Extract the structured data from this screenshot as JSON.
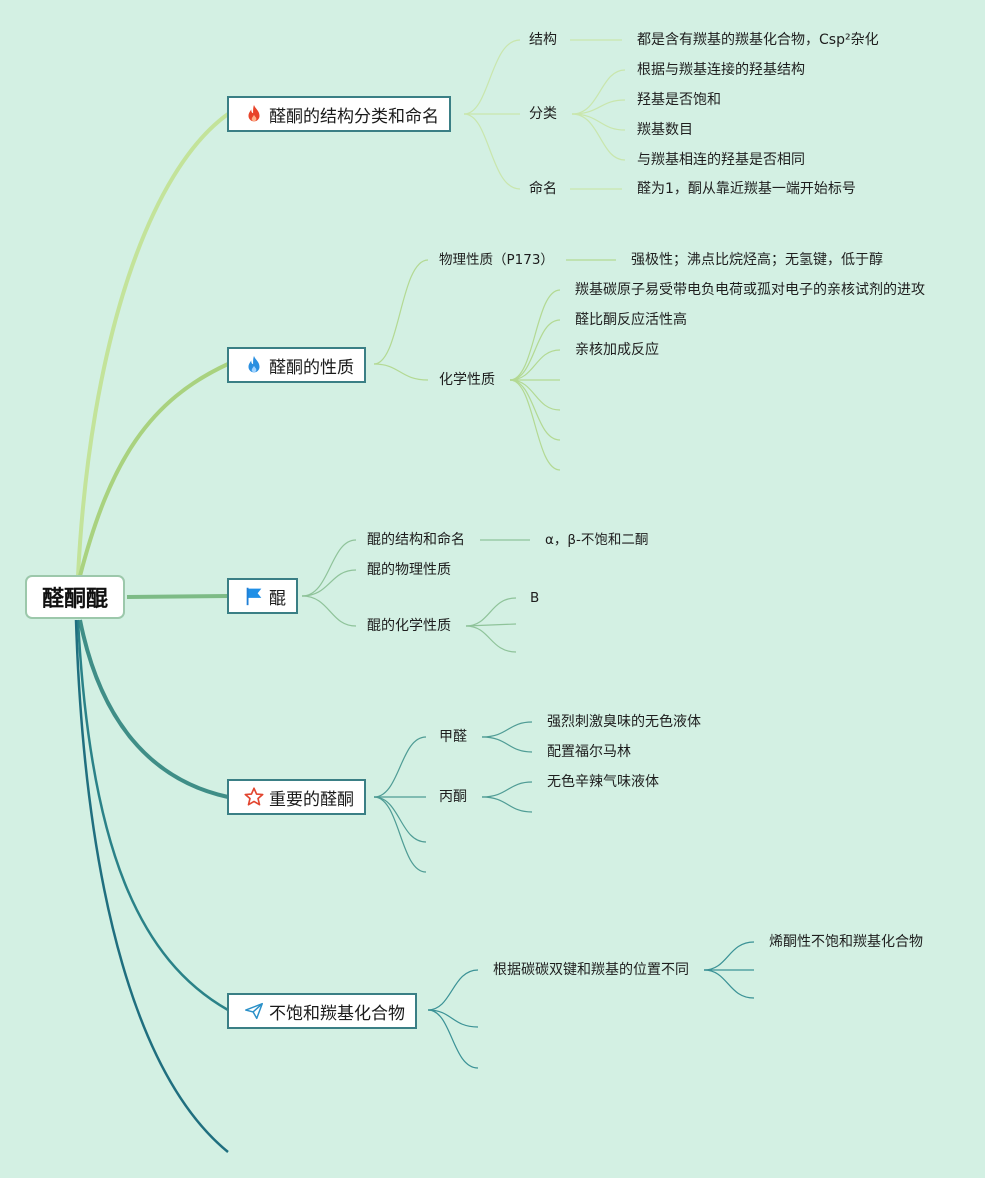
{
  "root": {
    "label": "醛酮醌"
  },
  "branches": [
    {
      "label": "醛酮的结构分类和命名",
      "icon": "fire-red-icon",
      "children": [
        {
          "label": "结构",
          "detail": "都是含有羰基的羰基化合物，Csp²杂化"
        },
        {
          "label": "分类",
          "items": [
            "根据与羰基连接的羟基结构",
            "羟基是否饱和",
            "羰基数目",
            "与羰基相连的羟基是否相同"
          ]
        },
        {
          "label": "命名",
          "detail": "醛为1，酮从靠近羰基一端开始标号"
        }
      ]
    },
    {
      "label": "醛酮的性质",
      "icon": "fire-blue-icon",
      "children": [
        {
          "label": "物理性质（P173）",
          "detail": "强极性；沸点比烷烃高；无氢键，低于醇"
        },
        {
          "label": "化学性质",
          "items": [
            "羰基碳原子易受带电负电荷或孤对电子的亲核试剂的进攻",
            "醛比酮反应活性高",
            "亲核加成反应"
          ]
        }
      ]
    },
    {
      "label": "醌",
      "icon": "flag-icon",
      "children": [
        {
          "label": "醌的结构和命名",
          "detail": "α，β-不饱和二酮"
        },
        {
          "label": "醌的物理性质"
        },
        {
          "label": "醌的化学性质",
          "detail": "B"
        }
      ]
    },
    {
      "label": "重要的醛酮",
      "icon": "star-icon",
      "children": [
        {
          "label": "甲醛",
          "items": [
            "强烈刺激臭味的无色液体",
            "配置福尔马林"
          ]
        },
        {
          "label": "丙酮",
          "items": [
            "无色辛辣气味液体"
          ]
        }
      ]
    },
    {
      "label": "不饱和羰基化合物",
      "icon": "paper-plane-icon",
      "children": [
        {
          "label": "根据碳碳双键和羰基的位置不同",
          "items": [
            "烯酮性不饱和羰基化合物"
          ]
        }
      ]
    }
  ],
  "colors": {
    "background": "#d3f0e3",
    "branch1": "#c3e39a",
    "branch2": "#a9d27f",
    "branch3": "#7dbb86",
    "branch4": "#3f8e87",
    "branch5": "#2a8288",
    "branch6": "#1f6f7f",
    "box_border": "#3a7f85"
  }
}
